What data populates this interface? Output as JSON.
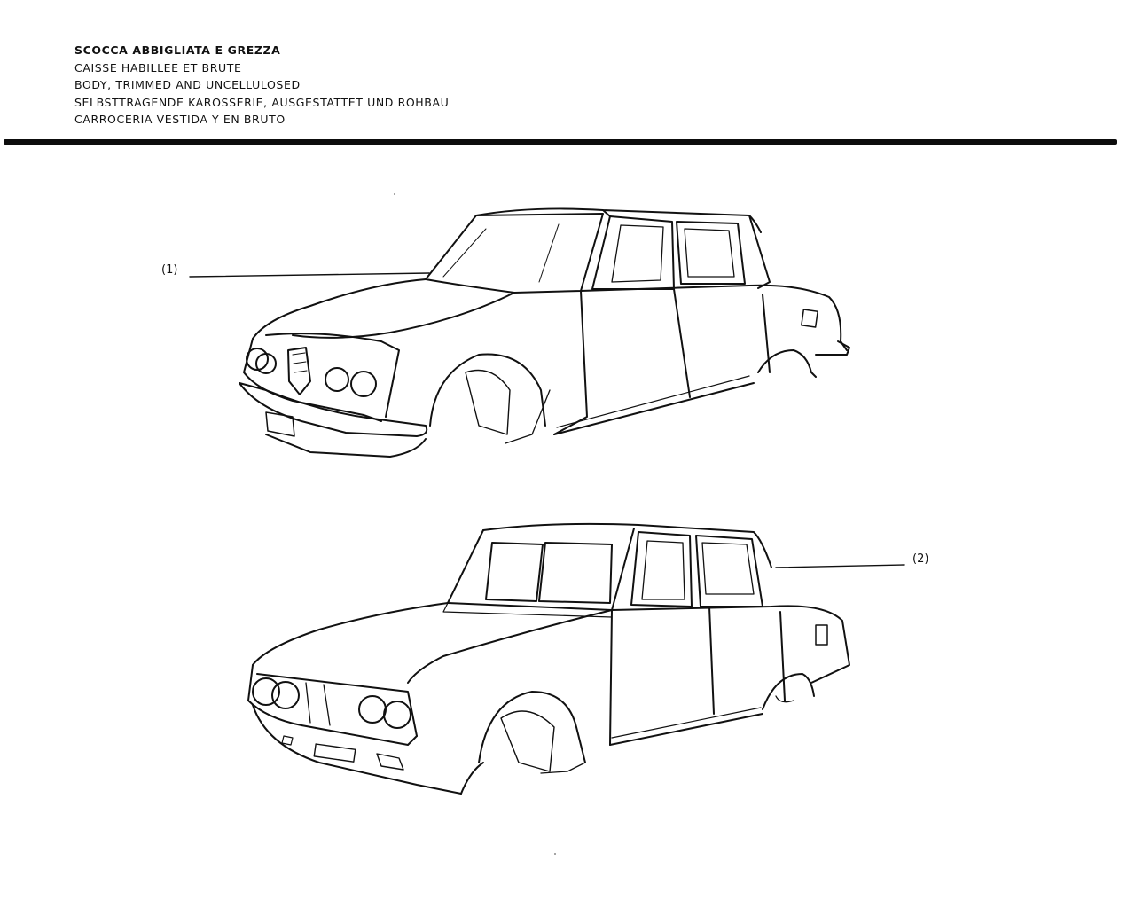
{
  "heading": {
    "lines": [
      "SCOCCA ABBIGLIATA E GREZZA",
      "CAISSE HABILLEE ET BRUTE",
      "BODY, TRIMMED AND UNCELLULOSED",
      "SELBSTTRAGENDE KAROSSERIE, AUSGESTATTET UND ROHBAU",
      "CARROCERIA VESTIDA Y EN BRUTO"
    ]
  },
  "figures": [
    {
      "callout": "(1)",
      "subject": "trimmed-body"
    },
    {
      "callout": "(2)",
      "subject": "bare-body-shell"
    }
  ]
}
